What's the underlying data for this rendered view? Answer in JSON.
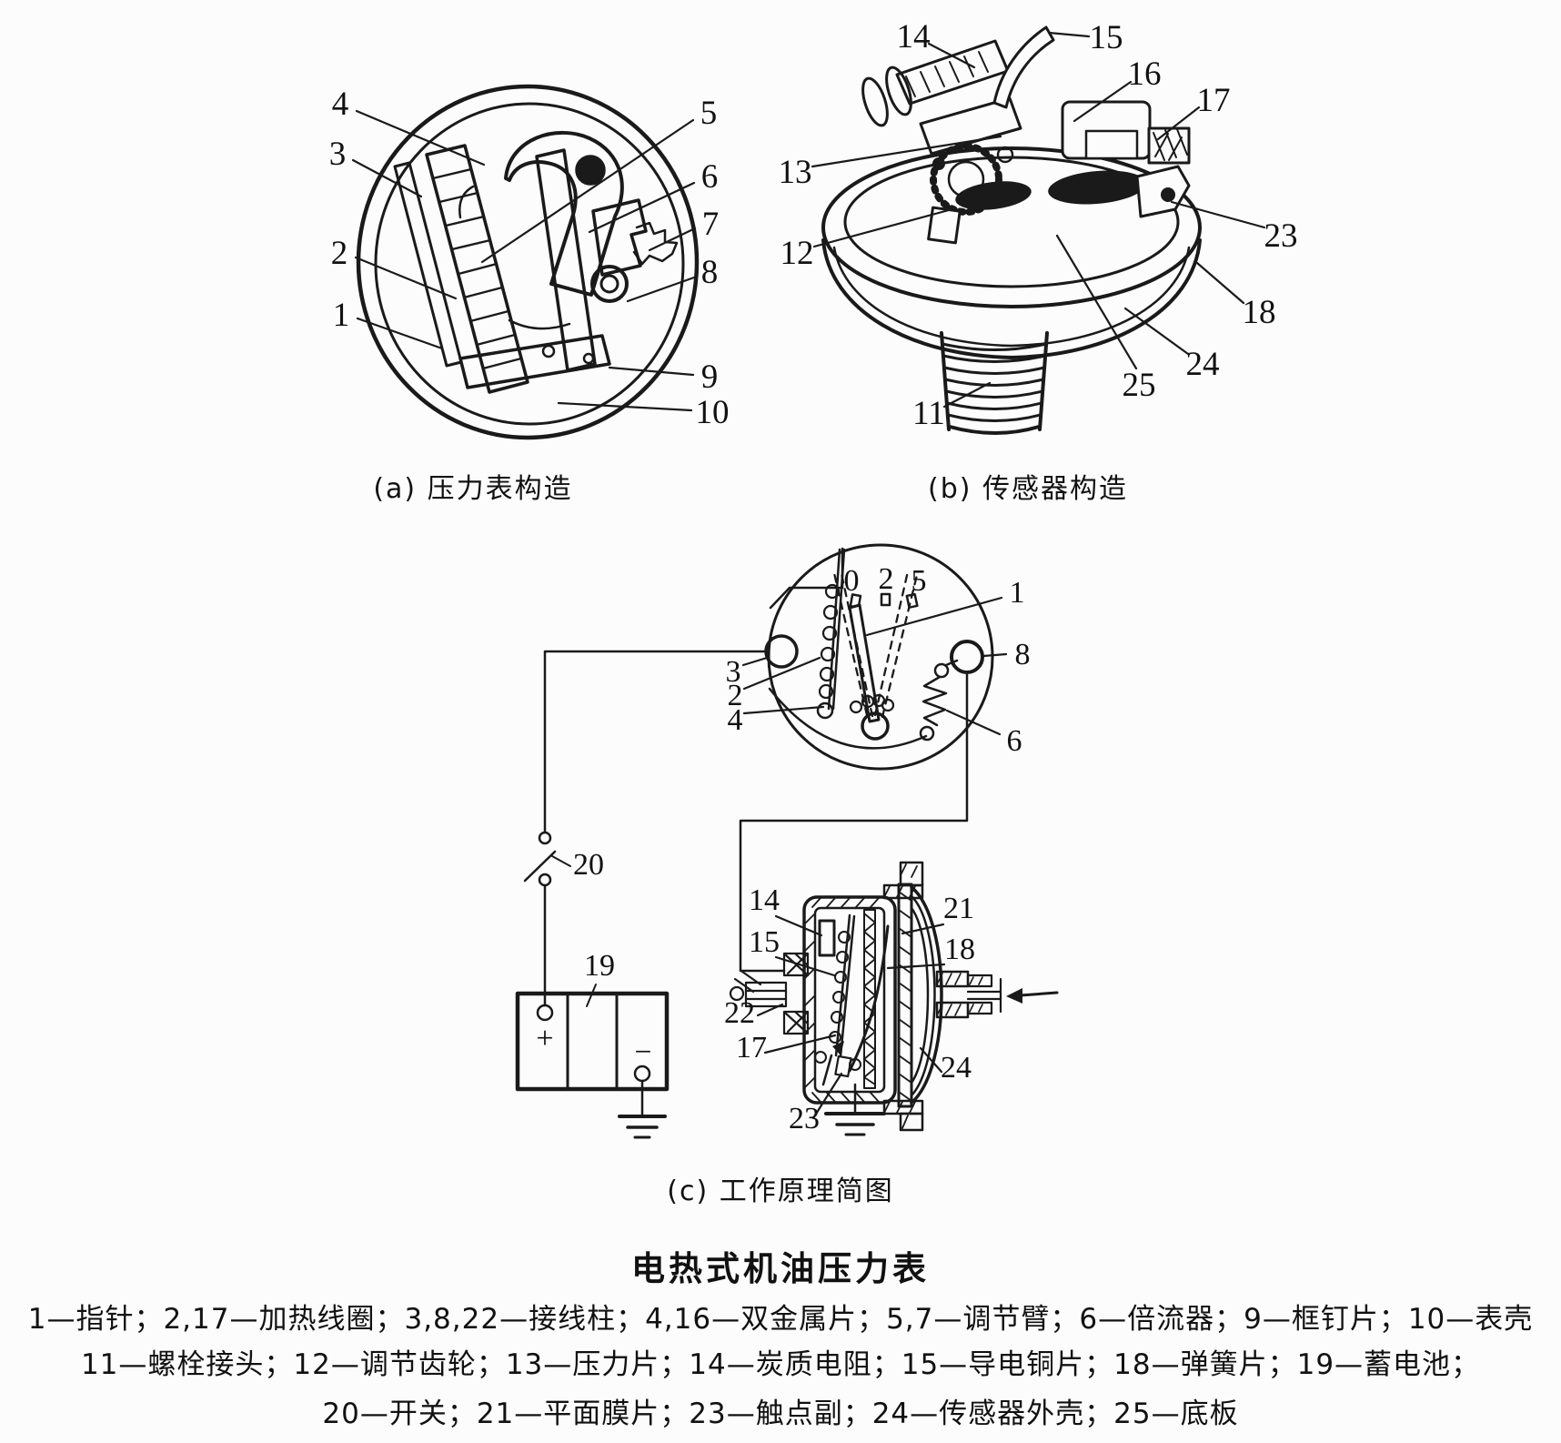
{
  "title": "电热式机油压力表",
  "legend_lines": [
    "1—指针；2,17—加热线圈；3,8,22—接线柱；4,16—双金属片；5,7—调节臂；6—倍流器；9—框钉片；10—表壳",
    "11—螺栓接头；12—调节齿轮；13—压力片；14—炭质电阻；15—导电铜片；18—弹簧片；19—蓄电池；",
    "20—开关；21—平面膜片；23—触点副；24—传感器外壳；25—底板"
  ],
  "panel_a": {
    "caption": "(a) 压力表构造",
    "labels": {
      "n1": "1",
      "n2": "2",
      "n3": "3",
      "n4": "4",
      "n5": "5",
      "n6": "6",
      "n7": "7",
      "n8": "8",
      "n9": "9",
      "n10": "10"
    }
  },
  "panel_b": {
    "caption": "(b) 传感器构造",
    "labels": {
      "n11": "11",
      "n12": "12",
      "n13": "13",
      "n14": "14",
      "n15": "15",
      "n16": "16",
      "n17": "17",
      "n18": "18",
      "n23": "23",
      "n24": "24",
      "n25": "25"
    }
  },
  "panel_c": {
    "caption": "(c) 工作原理简图",
    "dial_scale": {
      "s0": "0",
      "s2": "2",
      "s5": "5"
    },
    "labels": {
      "n1": "1",
      "n2": "2",
      "n3": "3",
      "n4": "4",
      "n6": "6",
      "n8": "8",
      "n19": "19",
      "n20": "20",
      "n14": "14",
      "n15": "15",
      "n17": "17",
      "n18": "18",
      "n21": "21",
      "n22": "22",
      "n23": "23",
      "n24": "24"
    },
    "battery": {
      "plus": "+",
      "minus": "−"
    }
  }
}
